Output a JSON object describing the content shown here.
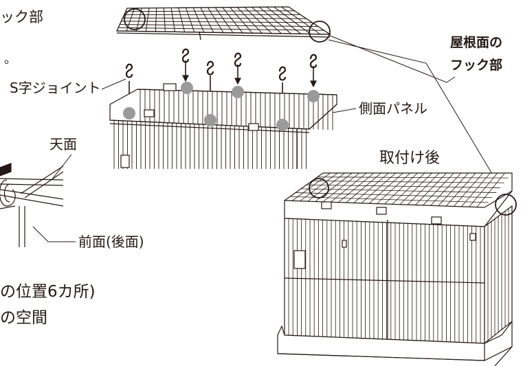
{
  "labels": {
    "top_left_partial": "ック部",
    "left_partial_dot": "。",
    "s_joint": "S字ジョイント",
    "roof_hook_line1": "屋根面の",
    "roof_hook_line2": "フック部",
    "side_panel": "側面パネル",
    "top_face": "天面",
    "after_install": "取付け後",
    "front_back": "前面(後面)",
    "bottom_line1": "の位置6カ所)",
    "bottom_line2": "の空間"
  },
  "colors": {
    "line": "#231815",
    "marker": "#9a9a9a",
    "panel_fill": "#ffffff"
  }
}
